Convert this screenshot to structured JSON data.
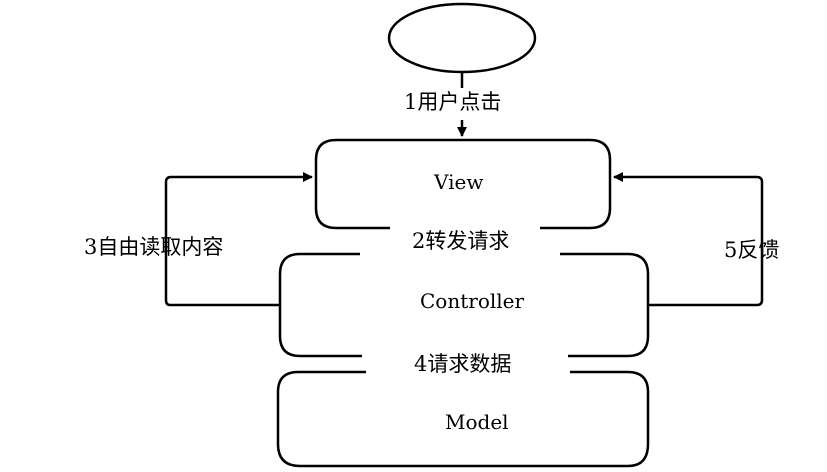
{
  "boxes": {
    "view": "View",
    "controller": "Controller",
    "model": "Model"
  },
  "steps": {
    "step1": "1用户点击",
    "step2": "2转发请求",
    "step3": "3自由读取内容",
    "step4": "4请求数据",
    "step5": "5反馈"
  }
}
